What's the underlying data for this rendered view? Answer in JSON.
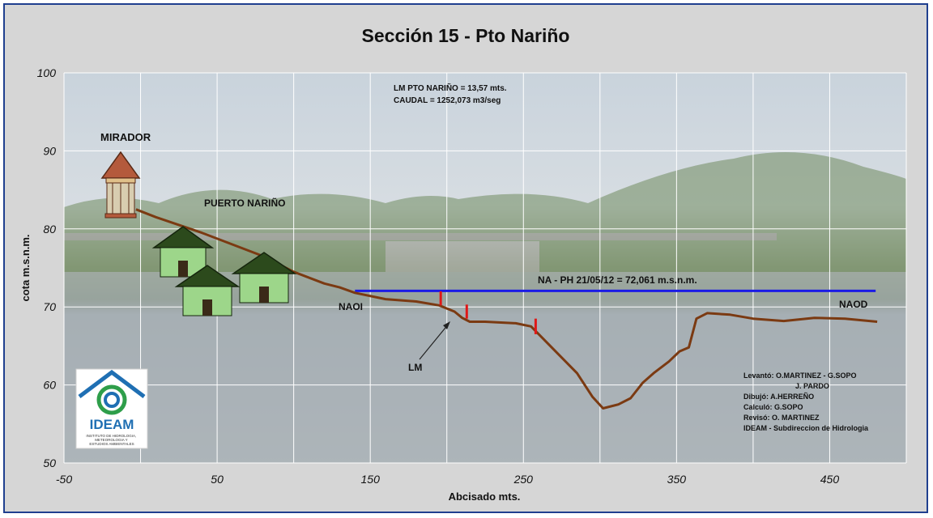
{
  "chart_data": {
    "type": "line",
    "title": "Sección 15 - Pto Nariño",
    "xlabel": "Abcisado mts.",
    "ylabel": "cota m.s.n.m.",
    "xlim": [
      -50,
      500
    ],
    "ylim": [
      50,
      100
    ],
    "xticks": [
      "-50",
      "50",
      "150",
      "250",
      "350",
      "450"
    ],
    "xtick_values": [
      -50,
      50,
      150,
      250,
      350,
      450
    ],
    "yticks": [
      "50",
      "60",
      "70",
      "80",
      "90",
      "100"
    ],
    "ytick_values": [
      50,
      60,
      70,
      80,
      90,
      100
    ],
    "grid": true,
    "series": [
      {
        "color": "#7b3a12",
        "x": [
          -3,
          10,
          40,
          80,
          100,
          120,
          130,
          140,
          160,
          180,
          195,
          205,
          210,
          215,
          225,
          245,
          255,
          260,
          270,
          285,
          295,
          302,
          312,
          320,
          328,
          335,
          345,
          352,
          358,
          363,
          370,
          385,
          400,
          420,
          440,
          460,
          481
        ],
        "y": [
          82.5,
          81.5,
          79.5,
          76.5,
          74.5,
          73.0,
          72.5,
          71.8,
          71.0,
          70.7,
          70.2,
          69.4,
          68.6,
          68.1,
          68.1,
          67.9,
          67.5,
          66.5,
          64.5,
          61.5,
          58.5,
          57.0,
          57.5,
          58.3,
          60.3,
          61.5,
          63.0,
          64.3,
          64.8,
          68.5,
          69.2,
          69.0,
          68.5,
          68.2,
          68.6,
          68.5,
          68.1
        ]
      },
      {
        "name": "NA - PH 21/05/12 = 72,061 m.s.n.m.",
        "color": "#1a1ae6",
        "x": [
          140,
          480
        ],
        "y": [
          72.061,
          72.061
        ]
      }
    ],
    "lm_marks": [
      {
        "x": 196,
        "y_top": 72.0,
        "y_bottom": 70.2
      },
      {
        "x": 213,
        "y_top": 70.3,
        "y_bottom": 68.5
      },
      {
        "x": 258,
        "y_top": 68.5,
        "y_bottom": 66.5
      }
    ],
    "annotations": {
      "info_line1": "LM PTO NARIÑO = 13,57 mts.",
      "info_line2": "CAUDAL = 1252,073 m3/seg",
      "mirador": "MIRADOR",
      "puerto": "PUERTO NARIÑO",
      "na_label": "NA - PH 21/05/12 = 72,061 m.s.n.m.",
      "naoi": "NAOI",
      "naod": "NAOD",
      "lm": "LM"
    },
    "credits": [
      "Levantó: O.MARTINEZ - G.SOPO",
      "J. PARDO",
      "Dibujó:    A.HERREÑO",
      "Calculó:   G.SOPO",
      "Revisó:   O. MARTINEZ",
      "IDEAM - Subdireccion  de Hidrologia"
    ],
    "logo": {
      "name": "IDEAM",
      "subtitle": "INSTITUTO DE HIDROLOGIA, METEOROLOGIA Y ESTUDIOS AMBIENTALES"
    },
    "colors": {
      "profile": "#7b3a12",
      "water_level": "#1a1ae6",
      "lm_marks": "#e01818",
      "frame": "#1f3f8f",
      "logo_green": "#2e9e4a",
      "logo_blue": "#1f6fb3"
    }
  }
}
